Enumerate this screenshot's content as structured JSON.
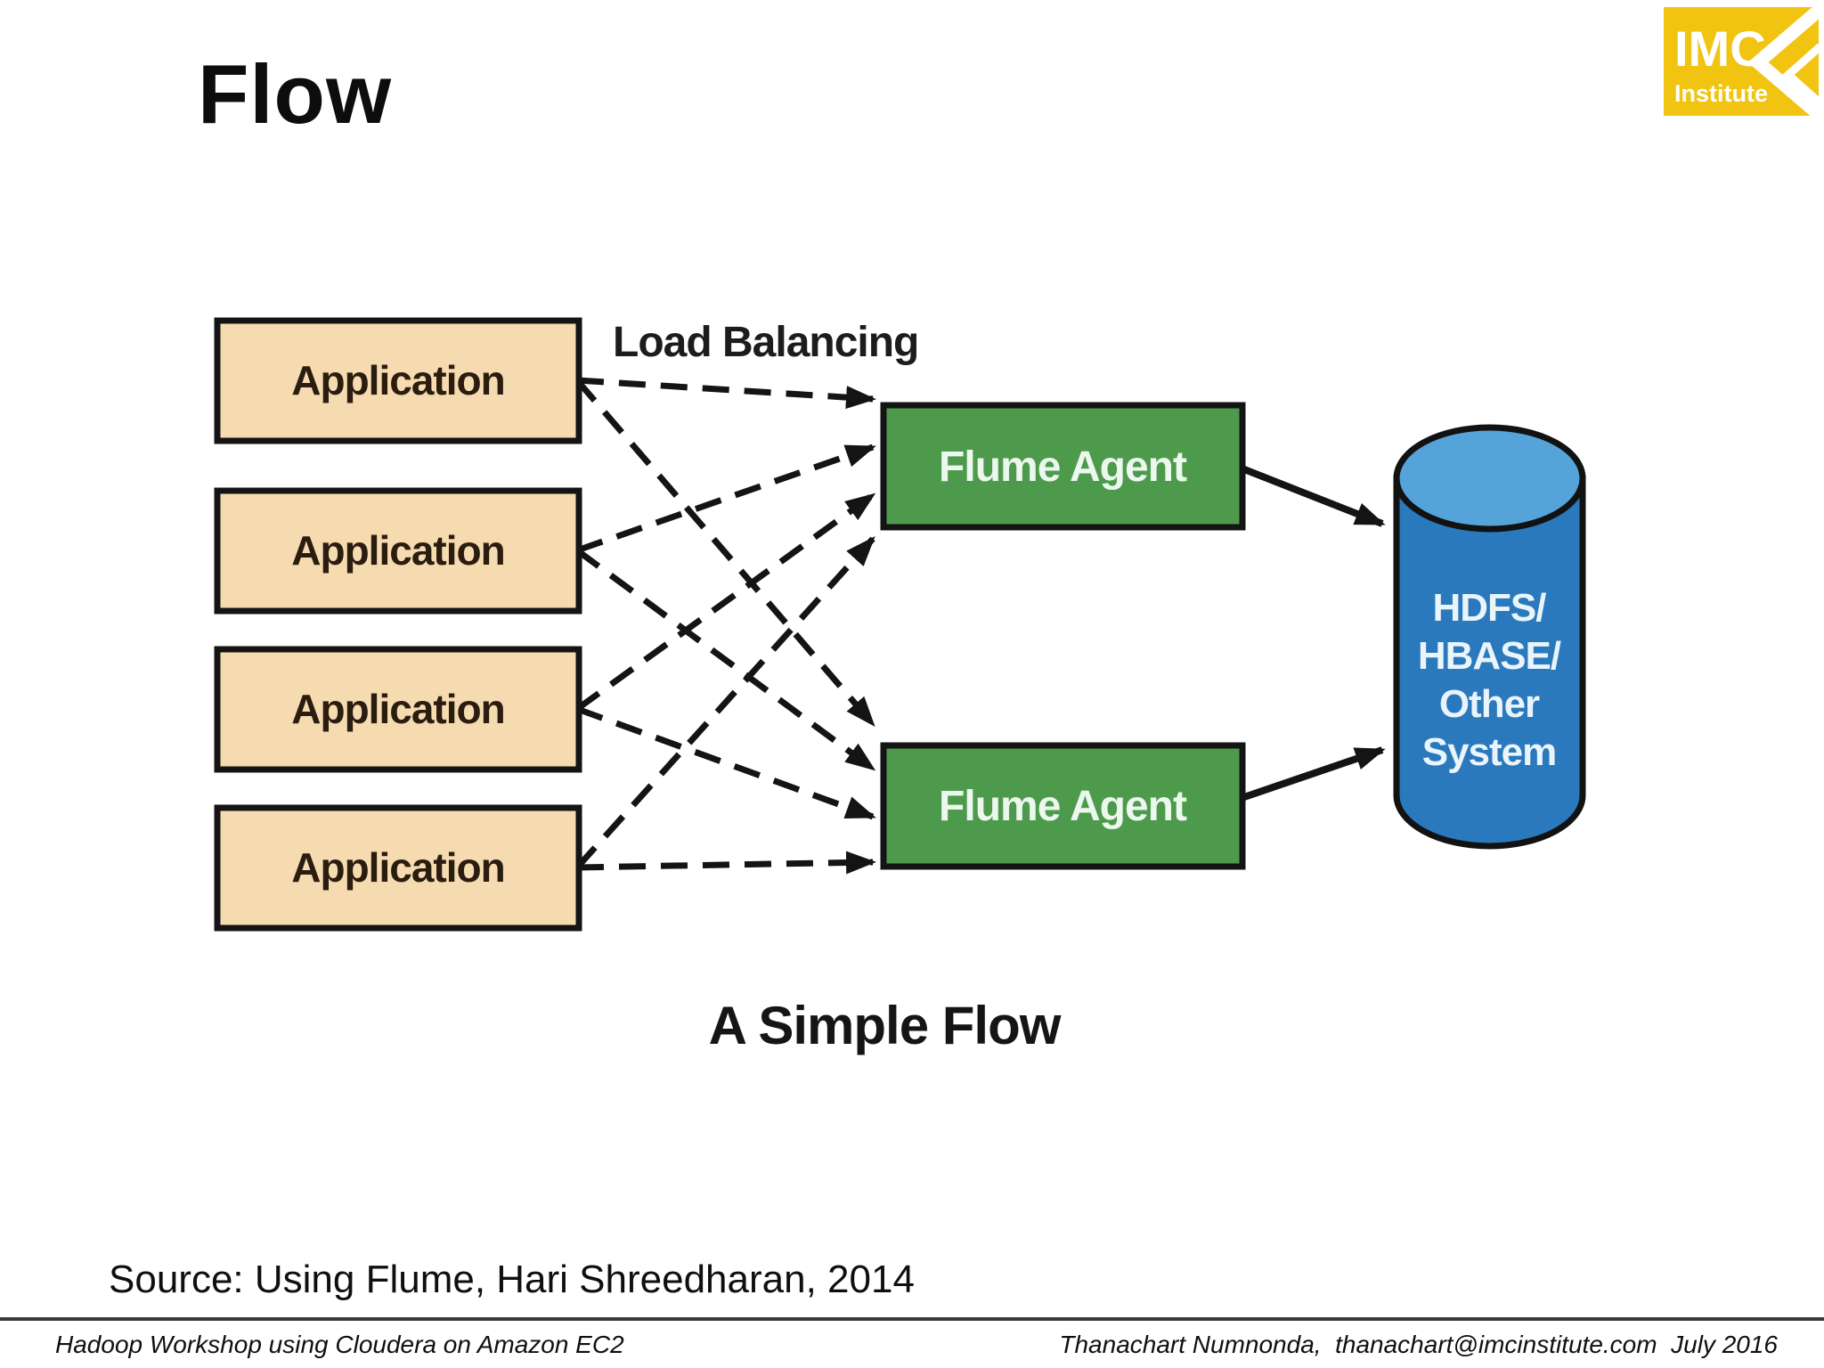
{
  "slide": {
    "title": "Flow",
    "source": "Source: Using Flume, Hari Shreedharan, 2014",
    "footer_left": "Hadoop Workshop using Cloudera on Amazon EC2",
    "footer_right": "Thanachart Numnonda,  thanachart@imcinstitute.com  July 2016"
  },
  "logo": {
    "line1": "IMC",
    "line2": "Institute",
    "bg_color": "#F2C412",
    "text_color": "#FFFFFF"
  },
  "diagram": {
    "load_balancing_label": "Load Balancing",
    "caption": "A Simple Flow",
    "applications": [
      "Application",
      "Application",
      "Application",
      "Application"
    ],
    "agents": [
      "Flume Agent",
      "Flume Agent"
    ],
    "datastore_lines": [
      "HDFS/",
      "HBASE/",
      "Other",
      "System"
    ],
    "colors": {
      "application_fill": "#F6DBB1",
      "application_text": "#2A1D10",
      "agent_fill": "#4E9A4D",
      "agent_text": "#ECF8EE",
      "datastore_body": "#2A79BD",
      "datastore_top": "#54A3D9",
      "datastore_text": "#EAF4FB",
      "outline": "#141414",
      "label_text": "#1C1C1C"
    }
  }
}
